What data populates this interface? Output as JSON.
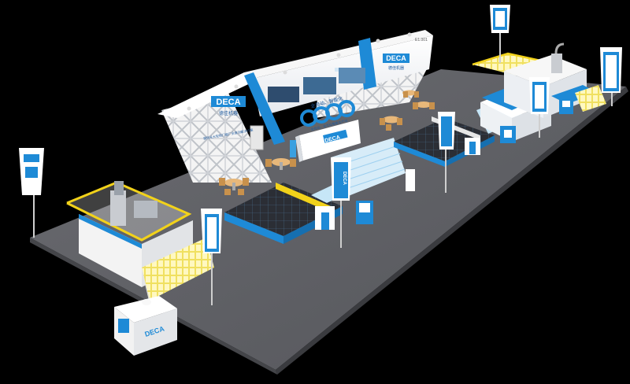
{
  "brand": {
    "logo_text": "DECA",
    "tagline_cn": "德佳机器",
    "slogan_cn": "提供从大型到门窗厂全自动解决方案",
    "headline_cn": "全自动、智能化",
    "subline_cn": "全自动、全方位智能生产线"
  },
  "booth": {
    "number": "E1.001"
  },
  "colors": {
    "background": "#000000",
    "floor": "#5c5d62",
    "brand_blue": "#1e8ad6",
    "accent_yellow": "#f2d21a",
    "glass_dark": "#2a2d33",
    "white": "#ffffff"
  },
  "icons": [
    "flag-banner",
    "spotlight",
    "table-chairs",
    "glass-cutting-table",
    "edging-machine",
    "glass-rack"
  ]
}
